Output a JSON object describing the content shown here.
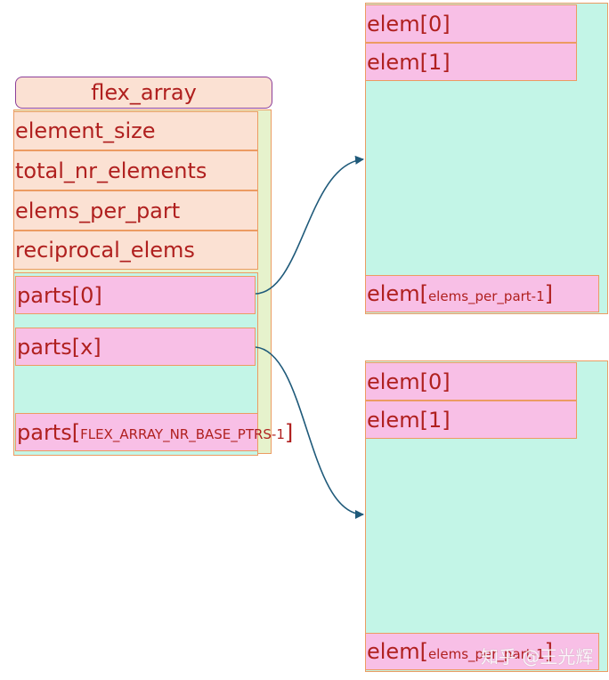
{
  "struct": {
    "title": "flex_array",
    "fields": [
      {
        "label": "element_size"
      },
      {
        "label": "total_nr_elements"
      },
      {
        "label": "elems_per_part"
      },
      {
        "label": "reciprocal_elems"
      }
    ],
    "parts": [
      {
        "label": "parts[0]"
      },
      {
        "label": "parts[x]"
      }
    ],
    "last_part": {
      "prefix": "parts[",
      "sub": "FLEX_ARRAY_NR_BASE_PTRS-1",
      "suffix": "]"
    }
  },
  "part_blocks": [
    {
      "elems": [
        "elem[0]",
        "elem[1]"
      ],
      "last": {
        "prefix": "elem[",
        "sub": "elems_per_part-1",
        "suffix": "]"
      }
    },
    {
      "elems": [
        "elem[0]",
        "elem[1]"
      ],
      "last": {
        "prefix": "elem[",
        "sub": "elems_per_part-1",
        "suffix": "]"
      }
    }
  ],
  "colors": {
    "text": "#b0201f",
    "peach": "#fbe1d3",
    "pink": "#f8bfe6",
    "mint": "#c3f5e7",
    "lime": "#e6f2cc",
    "border": "#ec9b62",
    "arrow": "#1f5a7a"
  },
  "watermark": "知乎 @王光辉"
}
